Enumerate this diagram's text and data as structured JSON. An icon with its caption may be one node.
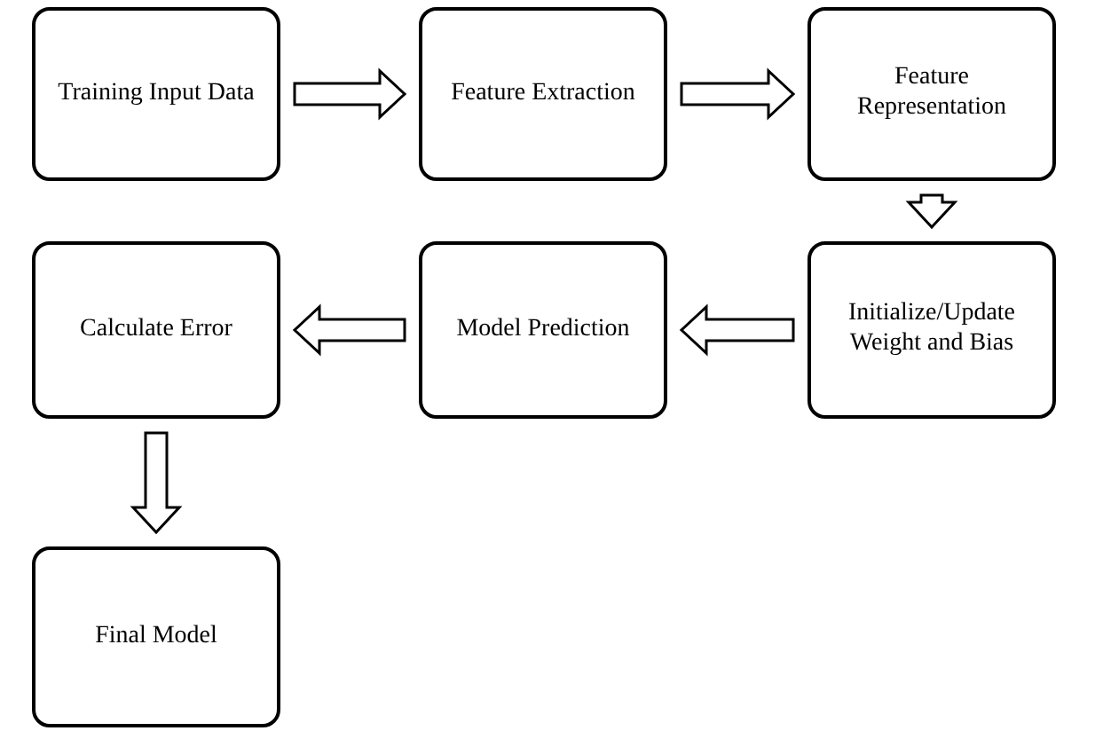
{
  "diagram": {
    "nodes": [
      {
        "text": [
          "Training Input Data"
        ]
      },
      {
        "text": [
          "Feature Extraction"
        ]
      },
      {
        "text": [
          "Feature Representation"
        ]
      },
      {
        "text": [
          "Initialize/Update Weight and Bias"
        ]
      },
      {
        "text": [
          "Model Prediction"
        ]
      },
      {
        "text": [
          "Calculate Error"
        ]
      },
      {
        "text": [
          "Final Model"
        ]
      }
    ],
    "edges": [
      {
        "from": 0,
        "to": 1,
        "arrow": "to"
      },
      {
        "from": 1,
        "to": 2,
        "arrow": "to"
      },
      {
        "from": 2,
        "to": 3,
        "arrow": "to"
      },
      {
        "from": 3,
        "to": 4,
        "arrow": "to"
      },
      {
        "from": 4,
        "to": 5,
        "arrow": "to"
      },
      {
        "from": 5,
        "to": 6,
        "arrow": "to"
      }
    ]
  }
}
